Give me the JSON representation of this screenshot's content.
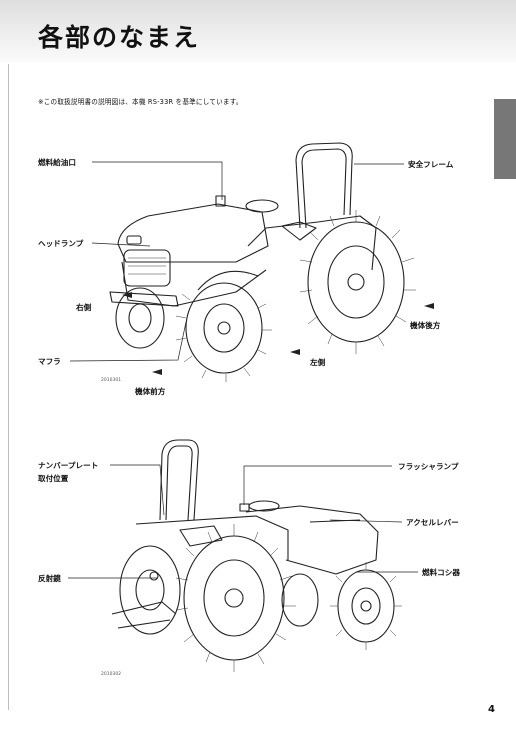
{
  "page": {
    "title": "各部のなまえ",
    "note": "※この取扱説明書の説明図は、本機 RS-33R を基準にしています。",
    "page_number": "4"
  },
  "figure1": {
    "labels": {
      "fuel_inlet": "燃料給油口",
      "safety_frame": "安全フレーム",
      "headlamp": "ヘッドランプ",
      "right_side": "右側",
      "rear": "機体後方",
      "muffler": "マフラ",
      "left_side": "左側",
      "front": "機体前方"
    },
    "code": "2010301"
  },
  "figure2": {
    "labels": {
      "number_plate": "ナンバープレート",
      "number_plate_pos": "取付位置",
      "flasher": "フラッシャランプ",
      "accel_lever": "アクセルレバー",
      "reflector": "反射鏡",
      "fuel_filter": "燃料コシ器"
    },
    "code": "2010302"
  }
}
